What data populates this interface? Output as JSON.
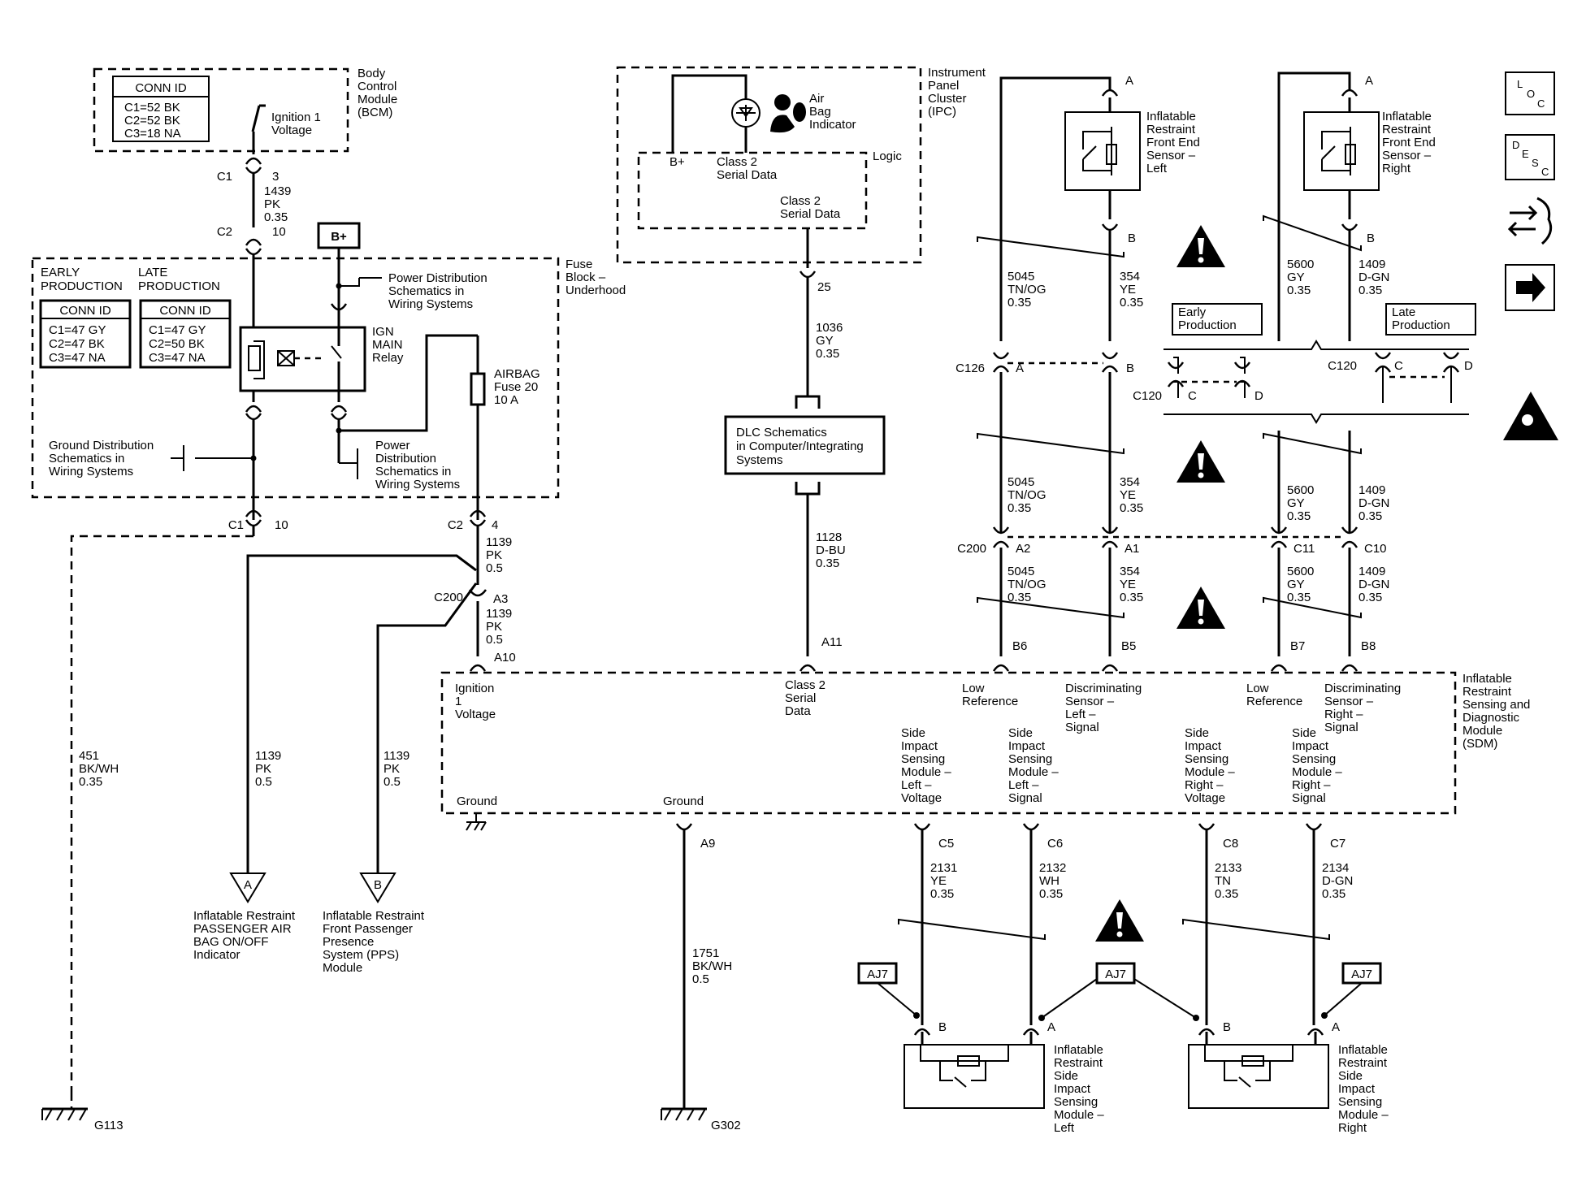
{
  "bcm": {
    "conn_id": "CONN ID",
    "conn": [
      "C1=52 BK",
      "C2=52 BK",
      "C3=18 NA"
    ],
    "switch_label": [
      "Ignition 1",
      "Voltage"
    ],
    "title": [
      "Body",
      "Control",
      "Module",
      "(BCM)"
    ]
  },
  "wire_bcm": {
    "c1": "C1",
    "pin": "3",
    "circuit": [
      "1439",
      "PK",
      "0.35"
    ],
    "c2": "C2",
    "pin2": "10"
  },
  "bplus": "B+",
  "fuse_block": {
    "early": [
      "EARLY",
      "PRODUCTION"
    ],
    "late": [
      "LATE",
      "PRODUCTION"
    ],
    "conn_id": "CONN ID",
    "early_conn": [
      "C1=47 GY",
      "C2=47 BK",
      "C3=47 NA"
    ],
    "late_conn": [
      "C1=47 GY",
      "C2=50 BK",
      "C3=47 NA"
    ],
    "relay": [
      "IGN",
      "MAIN",
      "Relay"
    ],
    "fuse": [
      "AIRBAG",
      "Fuse 20",
      "10 A"
    ],
    "title": [
      "Fuse",
      "Block –",
      "Underhood"
    ],
    "power_top": [
      "Power Distribution",
      "Schematics in",
      "Wiring Systems"
    ],
    "power_bottom": [
      "Power",
      "Distribution",
      "Schematics in",
      "Wiring Systems"
    ],
    "ground": [
      "Ground Distribution",
      "Schematics in",
      "Wiring Systems"
    ]
  },
  "fb_outputs": {
    "c1": "C1",
    "c1_pin": "10",
    "c2": "C2",
    "c2_pin": "4",
    "c2_circuit": [
      "1139",
      "PK",
      "0.5"
    ],
    "c200": "C200",
    "c200_pin": "A3",
    "c200_circuit": [
      "1139",
      "PK",
      "0.5"
    ],
    "sdm_pin": "A10"
  },
  "left_wires": {
    "ground_circuit": [
      "451",
      "BK/WH",
      "0.35"
    ],
    "a_circuit": [
      "1139",
      "PK",
      "0.5"
    ],
    "b_circuit": [
      "1139",
      "PK",
      "0.5"
    ],
    "g113": "G113",
    "arrow_a": "A",
    "arrow_b": "B",
    "a_text": [
      "Inflatable Restraint",
      "PASSENGER AIR",
      "BAG ON/OFF",
      "Indicator"
    ],
    "b_text": [
      "Inflatable Restraint",
      "Front Passenger",
      "Presence",
      "System (PPS)",
      "Module"
    ]
  },
  "ipc": {
    "title": [
      "Instrument",
      "Panel",
      "Cluster",
      "(IPC)"
    ],
    "indicator": [
      "Air",
      "Bag",
      "Indicator"
    ],
    "logic": "Logic",
    "bplus": "B+",
    "class2_left": [
      "Class 2",
      "Serial Data"
    ],
    "class2_right": [
      "Class 2",
      "Serial Data"
    ],
    "pin": "25",
    "circuit": [
      "1036",
      "GY",
      "0.35"
    ]
  },
  "dlc": {
    "text": [
      "DLC Schematics",
      "in Computer/Integrating",
      "Systems"
    ],
    "circuit": [
      "1128",
      "D-BU",
      "0.35"
    ],
    "pin": "A11"
  },
  "sensors": {
    "left": {
      "pin_a": "A",
      "pin_b": "B",
      "title": [
        "Inflatable",
        "Restraint",
        "Front End",
        "Sensor –",
        "Left"
      ]
    },
    "right": {
      "pin_a": "A",
      "pin_b": "B",
      "title": [
        "Inflatable",
        "Restraint",
        "Front End",
        "Sensor –",
        "Right"
      ]
    }
  },
  "front_wires": {
    "w5045": [
      "5045",
      "TN/OG",
      "0.35"
    ],
    "w354": [
      "354",
      "YE",
      "0.35"
    ],
    "w5600": [
      "5600",
      "GY",
      "0.35"
    ],
    "w1409": [
      "1409",
      "D-GN",
      "0.35"
    ]
  },
  "connectors": {
    "c126": "C126",
    "c126_a": "A",
    "c126_b": "B",
    "early": [
      "Early",
      "Production"
    ],
    "late": [
      "Late",
      "Production"
    ],
    "c120_left": "C120",
    "c120_right": "C120",
    "c120_c": "C",
    "c120_d": "D",
    "c200": "C200",
    "a2": "A2",
    "a1": "A1",
    "c11": "C11",
    "c10": "C10",
    "b6": "B6",
    "b5": "B5",
    "b7": "B7",
    "b8": "B8"
  },
  "sdm": {
    "title": [
      "Inflatable",
      "Restraint",
      "Sensing and",
      "Diagnostic",
      "Module",
      "(SDM)"
    ],
    "ignition": [
      "Ignition",
      "1",
      "Voltage"
    ],
    "class2": [
      "Class 2",
      "Serial",
      "Data"
    ],
    "low_ref_left": [
      "Low",
      "Reference"
    ],
    "disc_left": [
      "Discriminating",
      "Sensor –",
      "Left –",
      "Signal"
    ],
    "low_ref_right": [
      "Low",
      "Reference"
    ],
    "disc_right": [
      "Discriminating",
      "Sensor –",
      "Right –",
      "Signal"
    ],
    "ground1": "Ground",
    "ground2": "Ground",
    "sis_lv": [
      "Side",
      "Impact",
      "Sensing",
      "Module –",
      "Left –",
      "Voltage"
    ],
    "sis_ls": [
      "Side",
      "Impact",
      "Sensing",
      "Module –",
      "Left –",
      "Signal"
    ],
    "sis_rv": [
      "Side",
      "Impact",
      "Sensing",
      "Module –",
      "Right –",
      "Voltage"
    ],
    "sis_rs": [
      "Side",
      "Impact",
      "Sensing",
      "Module –",
      "Right –",
      "Signal"
    ]
  },
  "side_wires": {
    "c5": "C5",
    "c6": "C6",
    "c8": "C8",
    "c7": "C7",
    "w2131": [
      "2131",
      "YE",
      "0.35"
    ],
    "w2132": [
      "2132",
      "WH",
      "0.35"
    ],
    "w2133": [
      "2133",
      "TN",
      "0.35"
    ],
    "w2134": [
      "2134",
      "D-GN",
      "0.35"
    ],
    "a9": "A9",
    "w1751": [
      "1751",
      "BK/WH",
      "0.5"
    ],
    "g302": "G302"
  },
  "side_modules": {
    "aj7": "AJ7",
    "left": {
      "pin_b": "B",
      "pin_a": "A",
      "title": [
        "Inflatable",
        "Restraint",
        "Side",
        "Impact",
        "Sensing",
        "Module –",
        "Left"
      ]
    },
    "right": {
      "pin_b": "B",
      "pin_a": "A",
      "title": [
        "Inflatable",
        "Restraint",
        "Side",
        "Impact",
        "Sensing",
        "Module –",
        "Right"
      ]
    }
  },
  "nav_icons": {
    "loc": {
      "l": "L",
      "o": "O",
      "c": "C"
    },
    "desc": {
      "d": "D",
      "e": "E",
      "s": "S",
      "c": "C"
    }
  }
}
